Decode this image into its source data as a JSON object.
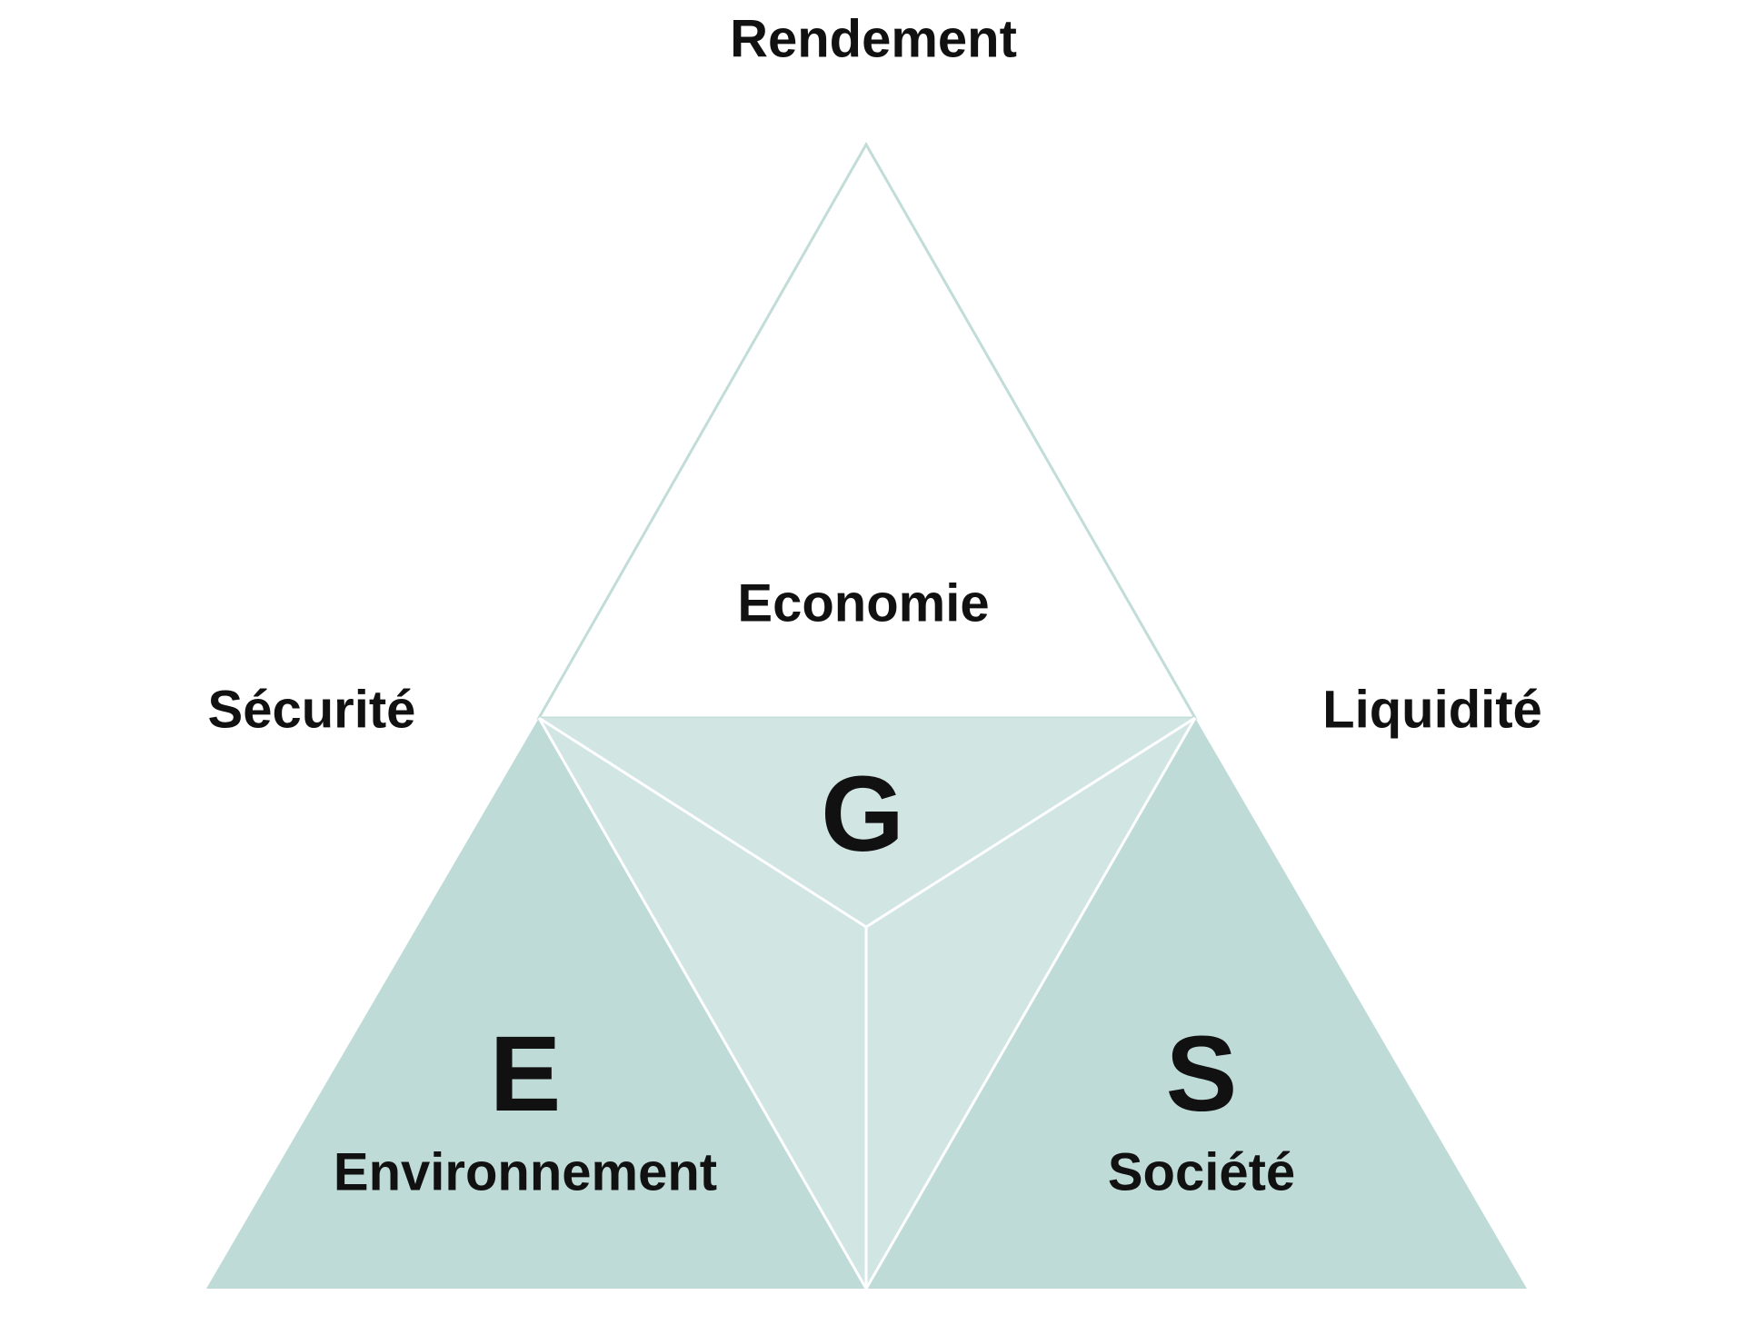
{
  "labels": {
    "top": "Rendement",
    "left": "Sécurité",
    "right": "Liquidité",
    "economy": "Economie",
    "g": "G",
    "e": "E",
    "s": "S",
    "environment": "Environnement",
    "society": "Société"
  },
  "colors": {
    "outer_fill": "#bfdbd7",
    "inner_fill": "#d1e5e3",
    "outline": "#c2dcd8",
    "divider": "#ffffff"
  }
}
